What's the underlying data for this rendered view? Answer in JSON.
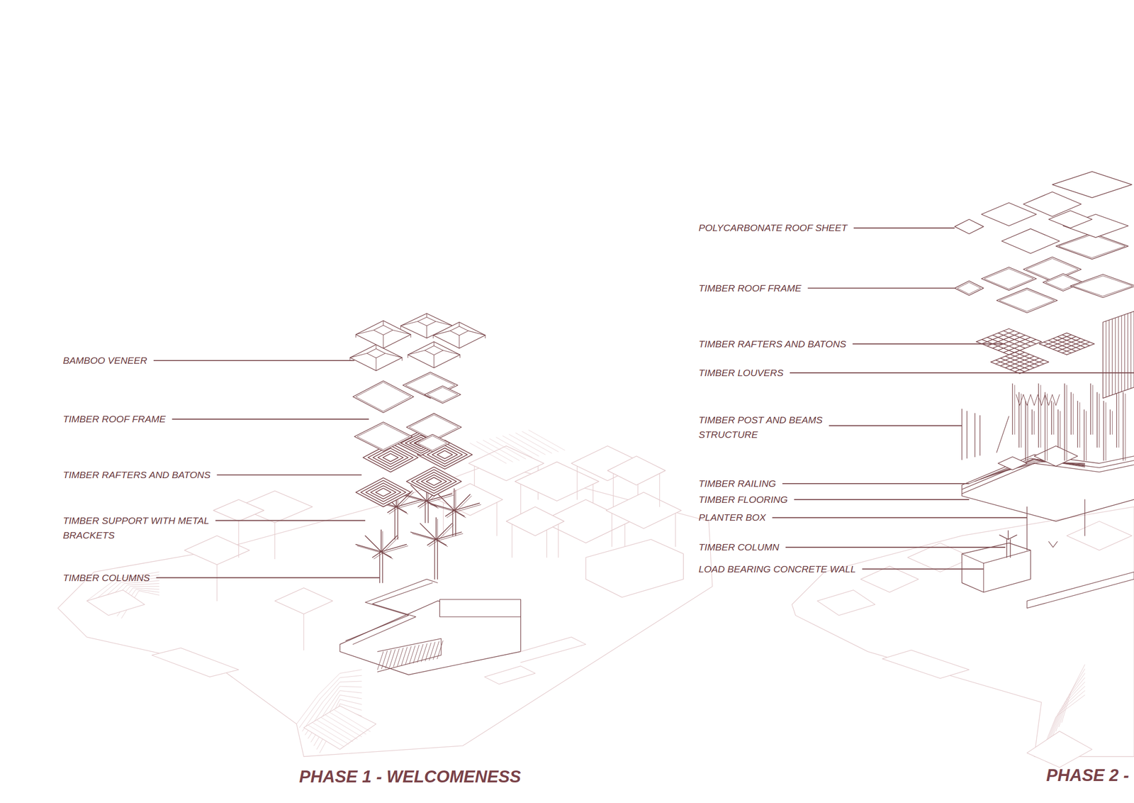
{
  "diagram": {
    "labels": [
      "BAMBOO VENEER",
      "TIMBER ROOF FRAME",
      "TIMBER RAFTERS AND BATONS",
      "TIMBER SUPPORT WITH METAL BRACKETS",
      "TIMBER COLUMNS",
      "PHASE 1 - WELCOMENESS",
      "POLYCARBONATE ROOF SHEET",
      "TIMBER ROOF FRAME",
      "TIMBER RAFTERS AND BATONS",
      "TIMBER LOUVERS",
      "TIMBER POST AND BEAMS STRUCTURE",
      "TIMBER RAILING",
      "TIMBER FLOORING",
      "PLANTER BOX",
      "TIMBER COLUMN",
      "LOAD BEARING CONCRETE WALL",
      "PHASE 2 -"
    ]
  }
}
